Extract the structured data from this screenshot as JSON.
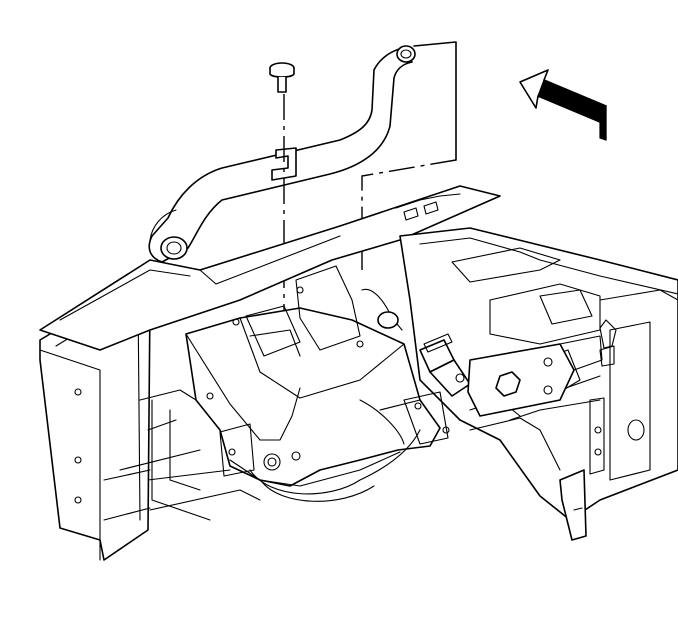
{
  "diagram": {
    "colors": {
      "line": "#000000",
      "background": "#ffffff"
    },
    "parts": [
      {
        "id": "heater-hose",
        "name": "heater-hose"
      },
      {
        "id": "fastener",
        "name": "bolt"
      },
      {
        "id": "clip",
        "name": "hose-retaining-clip"
      },
      {
        "id": "direction-arrow",
        "name": "front-of-vehicle-arrow"
      },
      {
        "id": "firewall",
        "name": "firewall-bulkhead"
      },
      {
        "id": "crossmember",
        "name": "dash-crossmember"
      },
      {
        "id": "connector",
        "name": "hose-connector-fitting"
      }
    ]
  }
}
